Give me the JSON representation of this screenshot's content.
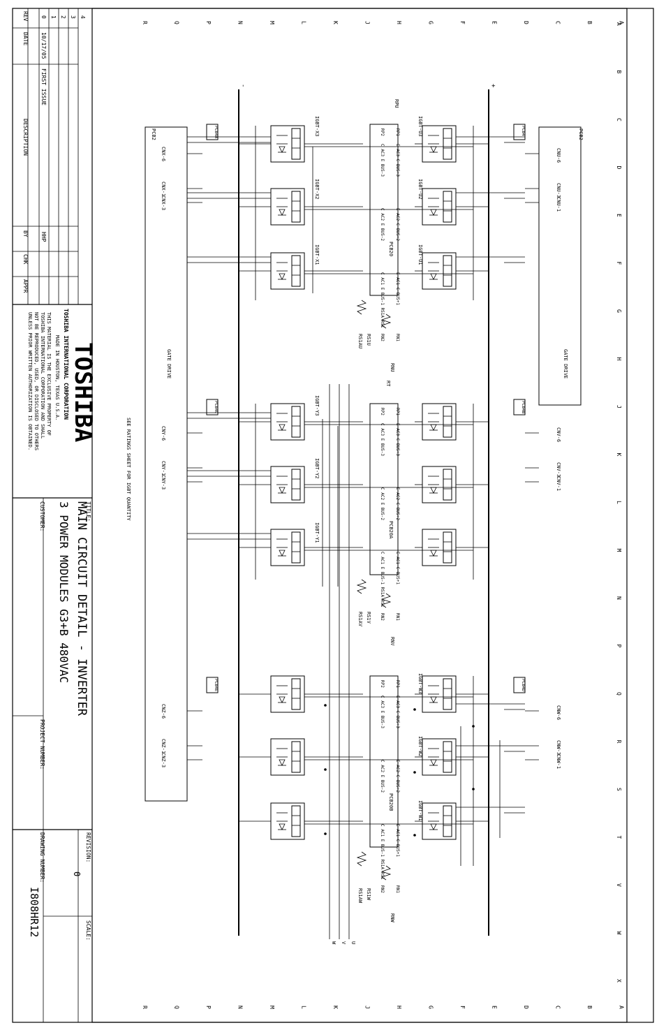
{
  "grid": {
    "letters": [
      "A",
      "B",
      "C",
      "D",
      "E",
      "F",
      "G",
      "H",
      "J",
      "K",
      "L",
      "M",
      "N",
      "P",
      "Q",
      "R",
      "S",
      "T",
      "V",
      "W",
      "X"
    ],
    "numbers": [
      "R",
      "Q",
      "P",
      "N",
      "M",
      "L",
      "K",
      "J",
      "H",
      "G",
      "F",
      "E",
      "D",
      "C",
      "B",
      "A"
    ]
  },
  "title_block": {
    "company": "TOSHIBA",
    "company_sub": "TOSHIBA INTERNATIONAL CORPORATION",
    "made_in": "MADE IN HOUSTON, TEXAS U.S.A.",
    "notice": [
      "THIS MATERIAL IS THE EXCLUSIVE PROPERTY OF",
      "TOSHIBA INTERNATIONAL CORPORATION AND SHALL",
      "NOT BE REPRODUCED, USED, OR DISCLOSED TO OTHERS",
      "UNLESS PRIOR WRITTEN AUTHORIZATION IS OBTAINED."
    ],
    "title_label": "TITLE:",
    "title_line1": "MAIN CIRCUIT DETAIL - INVERTER",
    "title_line2": "3 POWER MODULES G3+B 480VAC",
    "customer_label": "CUSTOMER:",
    "project_label": "PROJECT NUMBER:",
    "revision_label": "REVISION:",
    "revision_value": "0",
    "scale_label": "SCALE:",
    "drawing_label": "DRAWING NUMBER:",
    "drawing_number": "I808HR12"
  },
  "revision_table": {
    "headers": [
      "REV",
      "DATE",
      "DESCRIPTION",
      "BY",
      "CHK",
      "APPR"
    ],
    "rows": [
      {
        "rev": "4",
        "date": "",
        "desc": "",
        "by": ""
      },
      {
        "rev": "3",
        "date": "",
        "desc": "",
        "by": ""
      },
      {
        "rev": "2",
        "date": "",
        "desc": "",
        "by": ""
      },
      {
        "rev": "1",
        "date": "",
        "desc": "",
        "by": ""
      },
      {
        "rev": "0",
        "date": "10/17/05",
        "desc": "FIRST ISSUE",
        "by": "HHP"
      }
    ]
  },
  "note": "SEE RATINGS SHEET FOR IGBT QUANTITY",
  "gate_drive_label": "GATE DRIVE",
  "pcb_labels": {
    "pcb2": "PCB2",
    "pcb4a": "PCB4A",
    "pcb4b": "PCB4B",
    "pcb4c": "PCB4C",
    "pcb4d": "PCB4D",
    "pcb4e": "PCB4E",
    "pcb4": "PCB4",
    "pcb20": "PCB20",
    "pcb20a": "PCB20A",
    "pcb20b": "PCB20B"
  },
  "igbt_upper": [
    "IGBT-U3",
    "IGBT-U2",
    "IGBT-U1",
    "IGBT-W3",
    "IGBT-W2",
    "IGBT-W1"
  ],
  "igbt_lower": [
    "IGBT-X3",
    "IGBT-X2",
    "IGBT-X1",
    "IGBT-Y3",
    "IGBT-Y2",
    "IGBT-Y1"
  ],
  "connectors_top": [
    "CNU-6",
    "CNU-3",
    "CNU-1",
    "CNV-6",
    "CNV-3",
    "CNV-1",
    "CNW-6",
    "CNW-3",
    "CNW-1"
  ],
  "connectors_bottom": [
    "CNX-6",
    "CNX-1",
    "CNX-3",
    "CNY-6",
    "CNY-1",
    "CNY-3",
    "CNZ-6",
    "CNZ-1",
    "CNZ-3"
  ],
  "bus_labels": {
    "upper": [
      "E AC3 C BUS+3",
      "E AC2 C BUS+2",
      "E AC1 C BUS+1"
    ],
    "lower": [
      "C AC3 E BUS-3",
      "C AC2 E BUS-2",
      "C AC1 E BUS-1 RS1A RS1"
    ]
  },
  "resistors": {
    "rpu": "RPU",
    "rp1": "RP1",
    "rp2": "RP2",
    "rn1": "RN1",
    "rn2": "RN2",
    "rnu": "RNU",
    "rnv": "RNV",
    "rnw": "RNW",
    "rt": "RT",
    "rs1u": "RS1U",
    "rs1au": "RS1AU",
    "rs1v": "RS1V",
    "rs1av": "RS1AV",
    "rs1w": "RS1W",
    "rs1aw": "RS1AW"
  },
  "terminals": [
    "U",
    "V",
    "W"
  ],
  "dc_bus": {
    "plus": "+",
    "minus": "-"
  }
}
